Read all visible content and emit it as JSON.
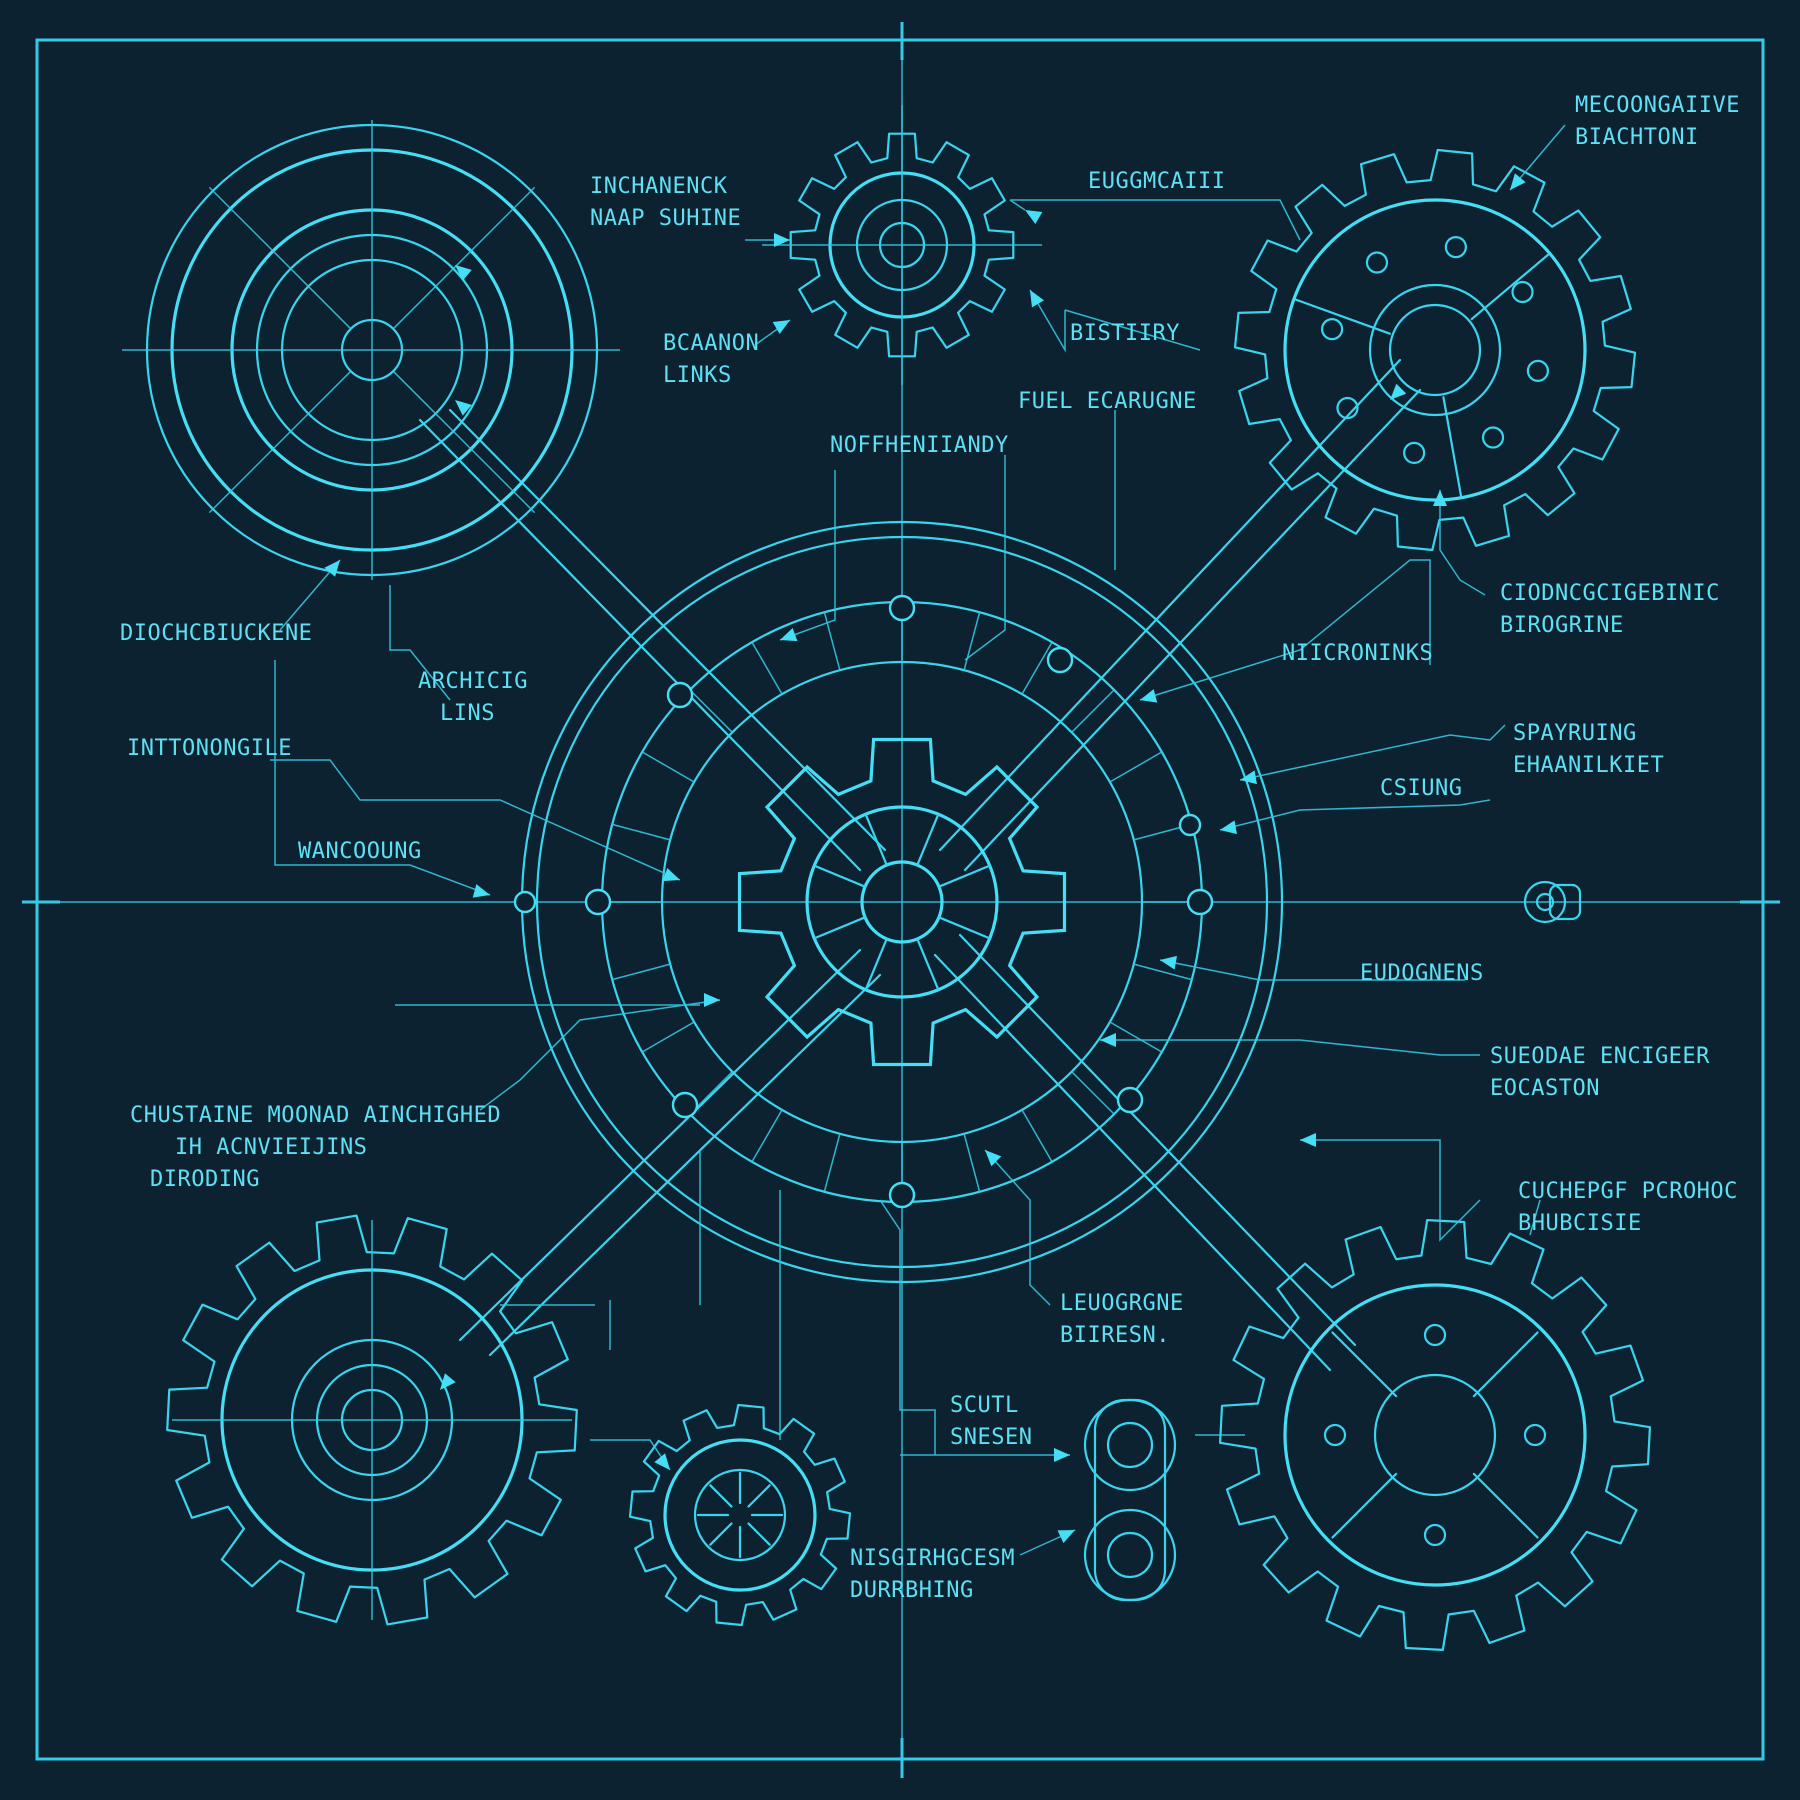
{
  "labels": [
    {
      "id": "interlock-label",
      "lines": [
        "INCHANENCK",
        "NAAP SUHINE"
      ]
    },
    {
      "id": "bearing-links-label",
      "lines": [
        "BCAANON",
        "LINKS"
      ]
    },
    {
      "id": "eugomaiii-label",
      "lines": [
        "EUGGMCAIII"
      ]
    },
    {
      "id": "mecanative-label",
      "lines": [
        "MECOONGAIIVE",
        "BIACHTONI"
      ]
    },
    {
      "id": "bistory-label",
      "lines": [
        "BISTIIRY"
      ]
    },
    {
      "id": "fuel-label",
      "lines": [
        "FUEL ECARUGNE"
      ]
    },
    {
      "id": "nofhenany-label",
      "lines": [
        "NOFFHENIIANDY"
      ]
    },
    {
      "id": "diocheuickenie-label",
      "lines": [
        "DIOCHCBIUCKENE"
      ]
    },
    {
      "id": "cioongc-label",
      "lines": [
        "CIODNCGCIGEBINIC",
        "BIROGRINE"
      ]
    },
    {
      "id": "nicronins-label",
      "lines": [
        "NIICRONINKS"
      ]
    },
    {
      "id": "arcing-lins-label",
      "lines": [
        "ARCHICIG",
        "LINS"
      ]
    },
    {
      "id": "intonogile-label",
      "lines": [
        "INTTONONGILE"
      ]
    },
    {
      "id": "spaying-label",
      "lines": [
        "SPAYRUING",
        "EHAANILKIET"
      ]
    },
    {
      "id": "csung-label",
      "lines": [
        "CSIUNG"
      ]
    },
    {
      "id": "wancouging-label",
      "lines": [
        "WANCOOUNG"
      ]
    },
    {
      "id": "eudoghens-label",
      "lines": [
        "EUDOGNENS"
      ]
    },
    {
      "id": "sueoone-label",
      "lines": [
        "SUEODAE ENCIGEER",
        "EOCASTON"
      ]
    },
    {
      "id": "chustaine-label",
      "lines": [
        "CHUSTAINE MOONAD AINCHIGHED",
        "IH ACNVIEIJINS",
        "DIRODING"
      ]
    },
    {
      "id": "cuchepgf-label",
      "lines": [
        "CUCHEPGF PCROHOC",
        "BHUBCISIE"
      ]
    },
    {
      "id": "leugocrgne-label",
      "lines": [
        "LEUOGRGNE",
        "BIIRESN."
      ]
    },
    {
      "id": "scutl-label",
      "lines": [
        "SCUTL",
        "SNESEN"
      ]
    },
    {
      "id": "nisgirhigesm-label",
      "lines": [
        "NISGIRHGCESM",
        "DURRBHING"
      ]
    }
  ]
}
